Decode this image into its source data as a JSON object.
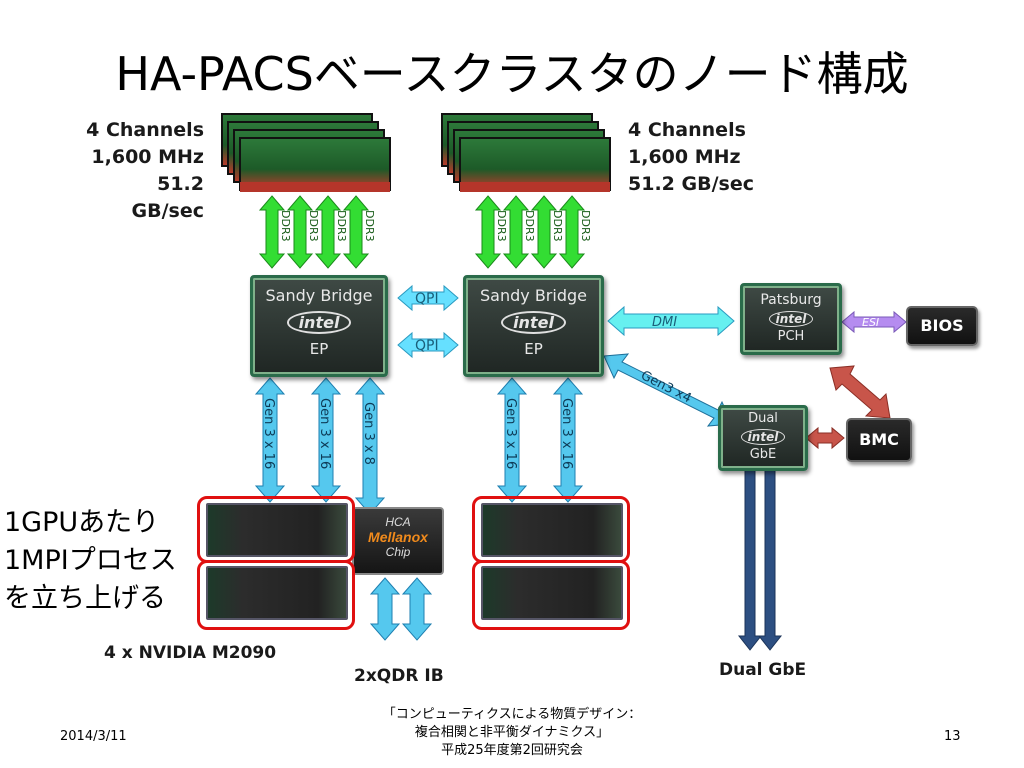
{
  "title": "HA-PACSベースクラスタのノード構成",
  "memory_left": {
    "channels": "4 Channels",
    "freq": "1,600 MHz",
    "bw": "51.2 GB/sec"
  },
  "memory_right": {
    "channels": "4 Channels",
    "freq": "1,600 MHz",
    "bw": "51.2 GB/sec"
  },
  "ddr_label": "DDR3",
  "cpu_left": {
    "name": "Sandy Bridge",
    "brand": "intel",
    "sub": "EP"
  },
  "cpu_right": {
    "name": "Sandy Bridge",
    "brand": "intel",
    "sub": "EP"
  },
  "qpi_label": "QPI",
  "dmi_label": "DMI",
  "esi_label": "ESI",
  "pch": {
    "name": "Patsburg",
    "brand": "intel",
    "sub": "PCH"
  },
  "bios_label": "BIOS",
  "bmc_label": "BMC",
  "gbe_chip": {
    "name": "Dual",
    "brand": "intel",
    "sub": "GbE"
  },
  "gen3x4_label": "Gen3 x4",
  "gen3x16_label": "Gen 3 x 16",
  "gen3x8_label": "Gen 3 x 8",
  "hca": {
    "top": "HCA",
    "brand": "Mellanox",
    "bottom": "Chip"
  },
  "side_note": [
    "1GPUあたり",
    "1MPIプロセス",
    "を立ち上げる"
  ],
  "gpu_label": "4 x NVIDIA M2090",
  "ib_label": "2xQDR IB",
  "gbe_label": "Dual GbE",
  "footer": {
    "date": "2014/3/11",
    "center": [
      "「コンピューティクスによる物質デザイン：",
      "複合相関と非平衡ダイナミクス」",
      "平成25年度第2回研究会"
    ],
    "page": "13"
  },
  "colors": {
    "ddr_arrow": "#33dd33",
    "qpi_arrow": "#66e0ff",
    "pcie_arrow": "#55c8ee",
    "esi_arrow": "#b58cf0",
    "bmc_arrow": "#c8554a",
    "gbe_arrow": "#2d4f82",
    "highlight": "#e01010"
  }
}
